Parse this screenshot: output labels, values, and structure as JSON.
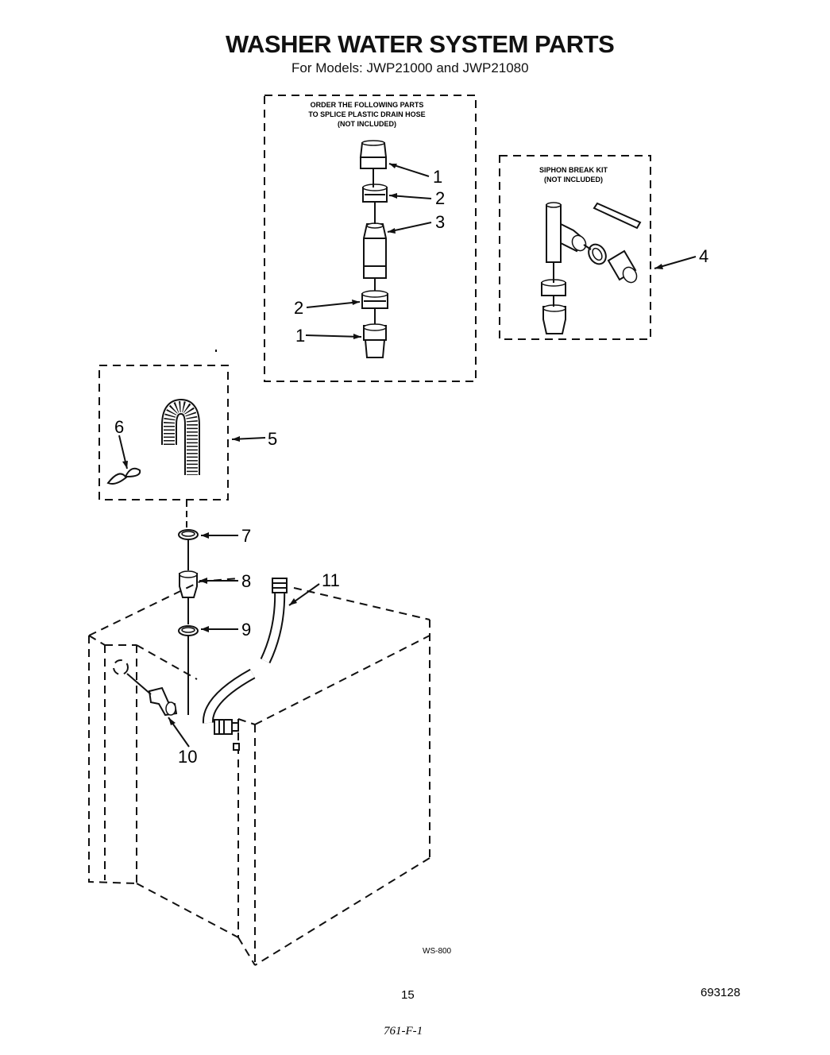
{
  "title": "WASHER WATER SYSTEM PARTS",
  "subtitle": "For Models: JWP21000 and JWP21080",
  "splice_note": [
    "ORDER THE FOLLOWING PARTS",
    "TO SPLICE PLASTIC DRAIN HOSE",
    "(NOT INCLUDED)"
  ],
  "siphon_note": [
    "SIPHON BREAK KIT",
    "(NOT INCLUDED)"
  ],
  "callouts": {
    "c1_top": "1",
    "c2_top": "2",
    "c3": "3",
    "c2_bottom": "2",
    "c1_bottom": "1",
    "c4": "4",
    "c5": "5",
    "c6": "6",
    "c7": "7",
    "c8": "8",
    "c9": "9",
    "c10": "10",
    "c11": "11"
  },
  "drawing_code": "WS-800",
  "page_number": "15",
  "doc_number": "693128",
  "handwritten": "761-F-1"
}
